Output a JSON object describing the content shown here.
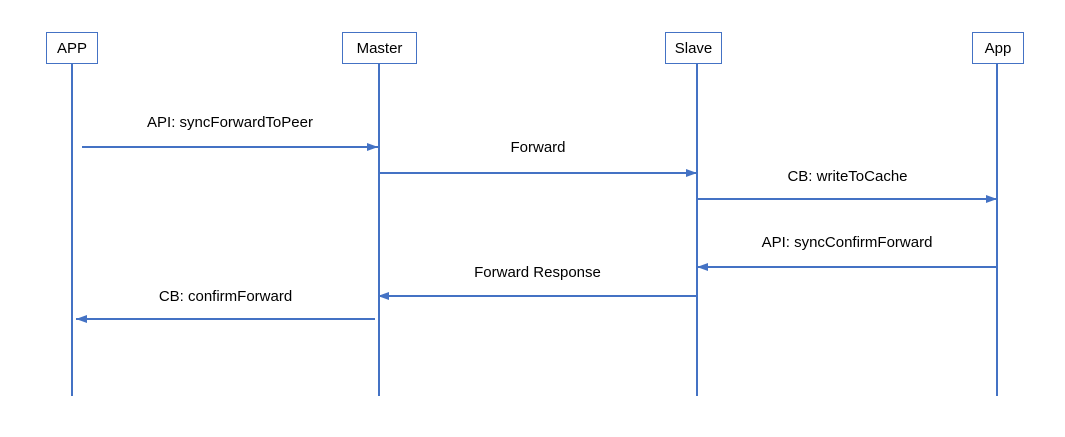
{
  "diagram": {
    "type": "sequence-diagram",
    "accent_color": "#4472C4",
    "text_color": "#000000",
    "background_color": "#ffffff",
    "actors": [
      {
        "label": "APP"
      },
      {
        "label": "Master"
      },
      {
        "label": "Slave"
      },
      {
        "label": "App"
      }
    ],
    "messages": [
      {
        "label": "API: syncForwardToPeer",
        "from": "APP",
        "to": "Master",
        "direction": "right"
      },
      {
        "label": "Forward",
        "from": "Master",
        "to": "Slave",
        "direction": "right"
      },
      {
        "label": "CB: writeToCache",
        "from": "Slave",
        "to": "App",
        "direction": "right"
      },
      {
        "label": "API: syncConfirmForward",
        "from": "App",
        "to": "Slave",
        "direction": "left"
      },
      {
        "label": "Forward Response",
        "from": "Slave",
        "to": "Master",
        "direction": "left"
      },
      {
        "label": "CB: confirmForward",
        "from": "Master",
        "to": "APP",
        "direction": "left"
      }
    ]
  }
}
